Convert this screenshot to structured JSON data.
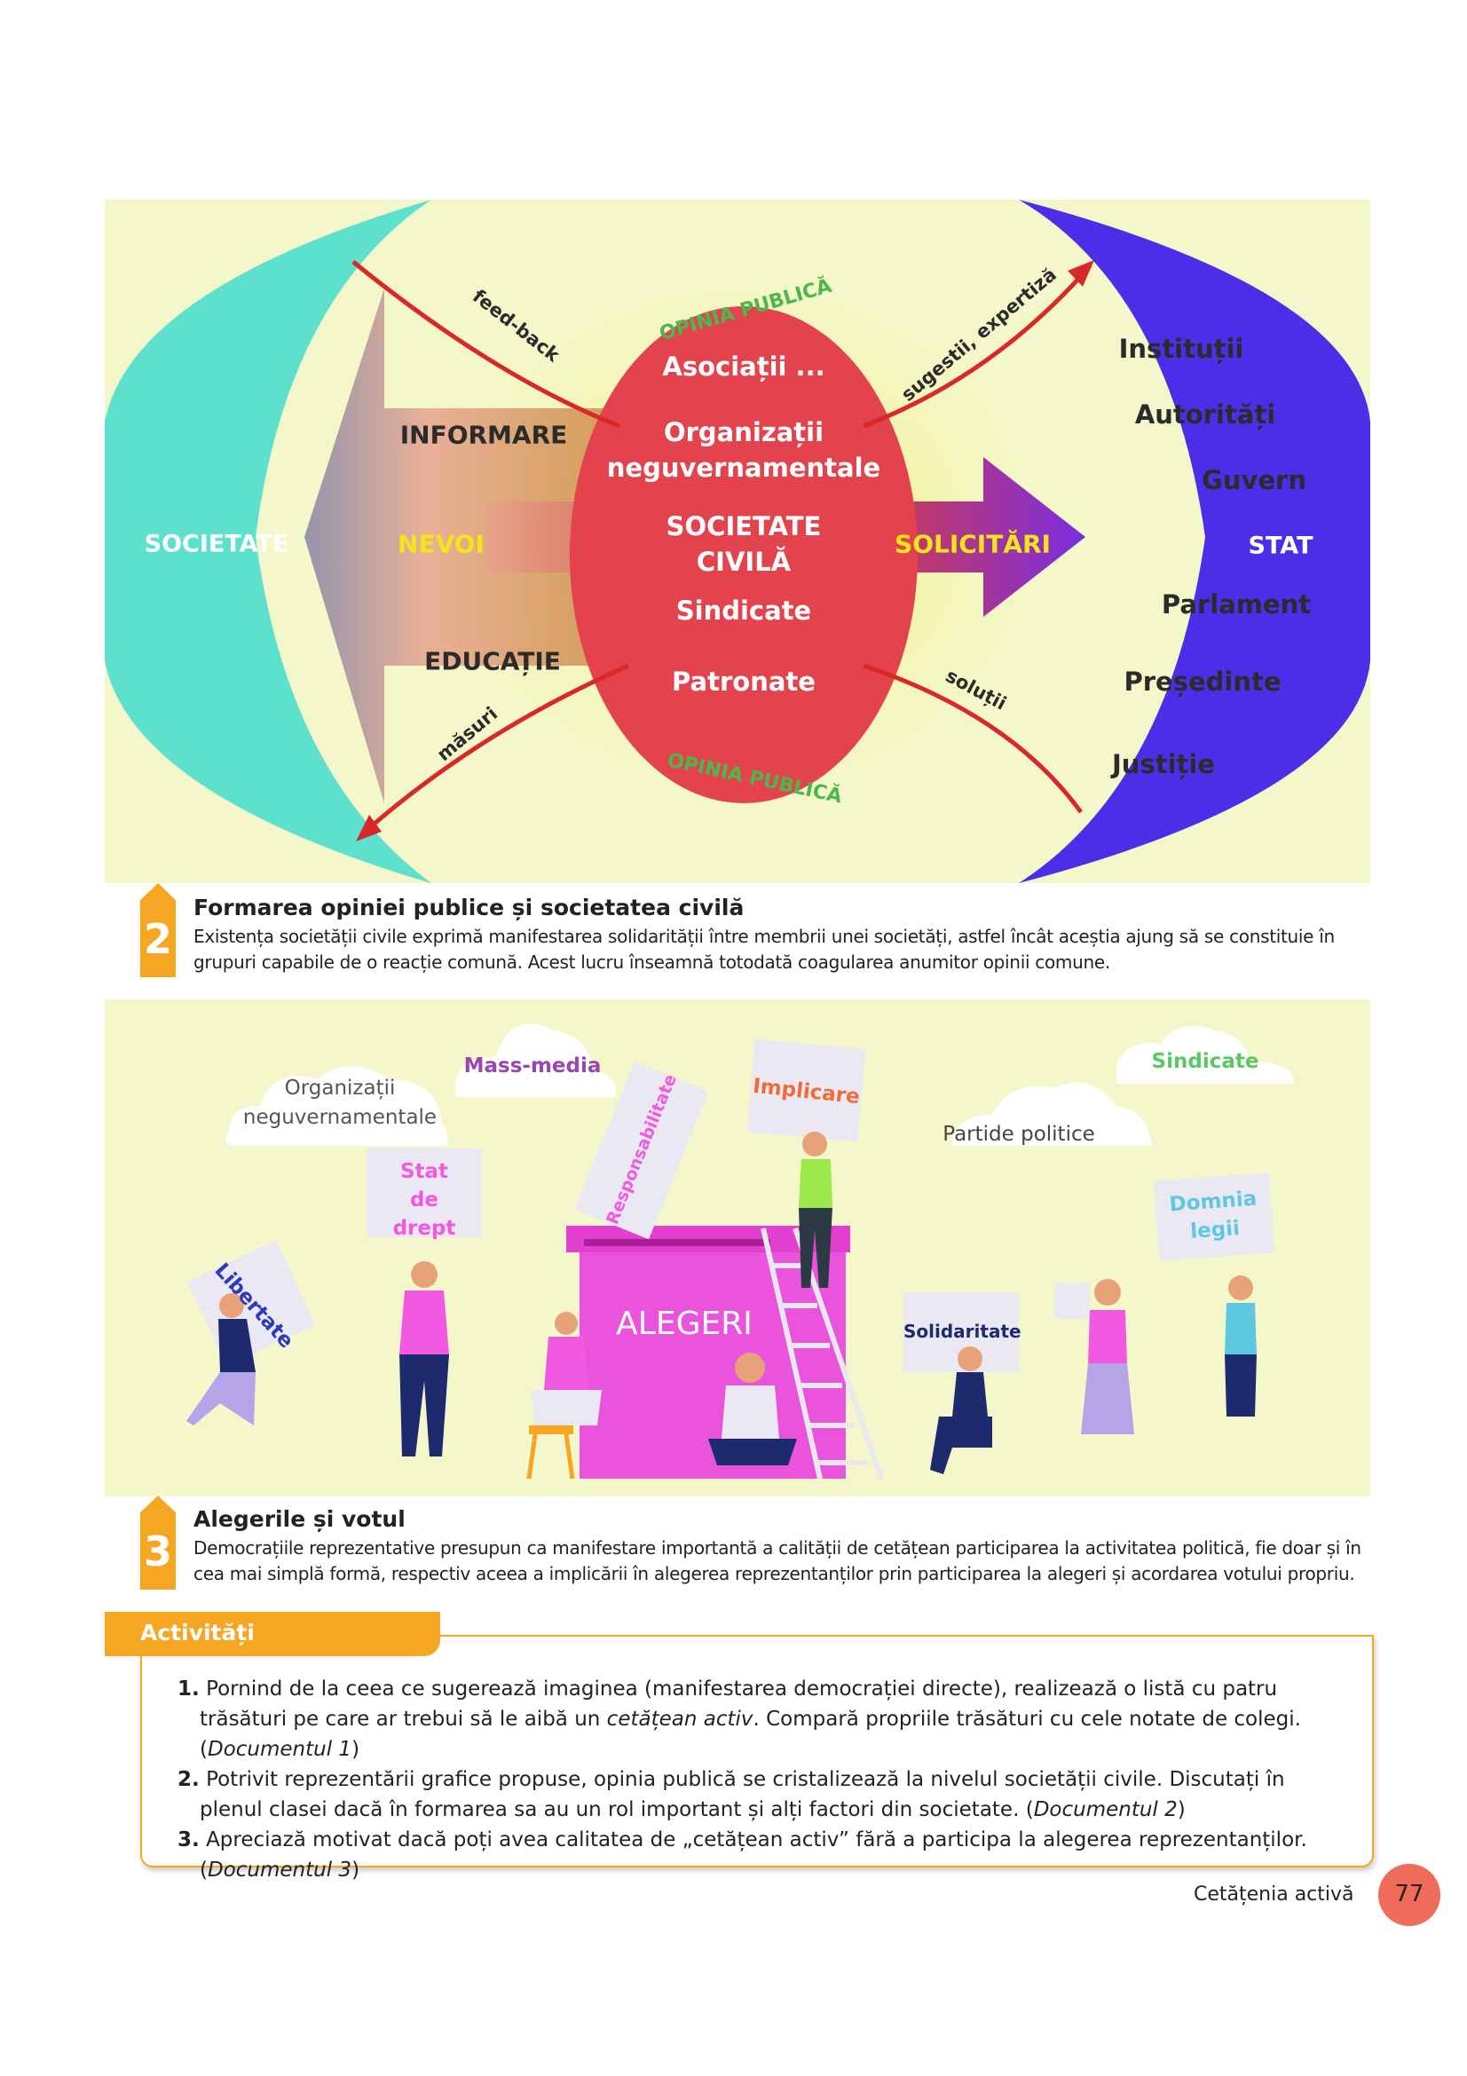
{
  "diagram": {
    "left_label": "SOCIETATE",
    "arrow_top": "INFORMARE",
    "arrow_middle": "NEVOI",
    "arrow_bottom": "EDUCAȚIE",
    "oval": {
      "items": [
        "Asociații ...",
        "Organizații",
        "neguvernamentale",
        "SOCIETATE",
        "CIVILĂ",
        "Sindicate",
        "Patronate"
      ]
    },
    "right_arrow": "SOLICITĂRI",
    "right_label": "STAT",
    "state_items": [
      "Instituții",
      "Autorități",
      "Guvern",
      "Parlament",
      "Președinte",
      "Justiție"
    ],
    "curve_labels": {
      "top_left": "feed-back",
      "top_right": "sugestii, expertiză",
      "bottom_left": "măsuri",
      "bottom_right": "soluții"
    },
    "public_opinion_top": "OPINIA PUBLICĂ",
    "public_opinion_bottom": "OPINIA PUBLICĂ",
    "colors": {
      "society": "#5de0cc",
      "state": "#4b2ee8",
      "oval": "#e2434d",
      "background": "#f4f7c9"
    }
  },
  "doc2": {
    "number": "2",
    "title": "Formarea opiniei publice și societatea civilă",
    "body": "Existența societății civile exprimă manifestarea solidarității între membrii unei societăți, astfel încât aceștia ajung să se constituie în grupuri capabile de o reacție comună. Acest lucru înseamnă totodată coagularea anumitor opinii comune."
  },
  "scene": {
    "clouds": [
      "Organizații",
      "neguvernamentale",
      "Mass-media",
      "Sindicate",
      "Partide politice"
    ],
    "signs": {
      "stat": [
        "Stat",
        "de",
        "drept"
      ],
      "libertate": "Libertate",
      "responsabilitate": "Responsabilitate",
      "implicare": "Implicare",
      "solidaritate": "Solidaritate",
      "domnia": [
        "Domnia",
        "legii"
      ]
    },
    "ballot": "ALEGERI"
  },
  "doc3": {
    "number": "3",
    "title": "Alegerile și votul",
    "body": "Democrațiile reprezentative presupun ca manifestare importantă a calității de cetățean participarea la activitatea politică, fie doar și în cea mai simplă formă, respectiv aceea a implicării în alegerea reprezentanților prin participarea la alegeri și acordarea votului propriu."
  },
  "activities": {
    "heading": "Activități",
    "items": [
      {
        "num": "1.",
        "a": "Pornind de la ceea ce sugerează imaginea (manifestarea democrației directe), realizează o listă cu patru trăsături pe care ar trebui să le aibă un ",
        "em": "cetățean activ",
        "b": ". Compară propriile trăsături cu cele notate de colegi. (",
        "ref": "Documentul 1",
        "c": ")"
      },
      {
        "num": "2.",
        "a": "Potrivit reprezentării grafice propuse, opinia publică se cristalizează la nivelul societății civile. Discutați în plenul clasei dacă în formarea sa au un rol important și alți factori din societate.  (",
        "ref": "Documentul 2",
        "c": ")"
      },
      {
        "num": "3.",
        "a": "Apreciază motivat dacă poți avea calitatea de „cetățean activ” fără a participa la alegerea reprezentanților. (",
        "ref": "Documentul 3",
        "c": ")"
      }
    ]
  },
  "footer": {
    "section": "Cetățenia activă",
    "page": "77"
  }
}
